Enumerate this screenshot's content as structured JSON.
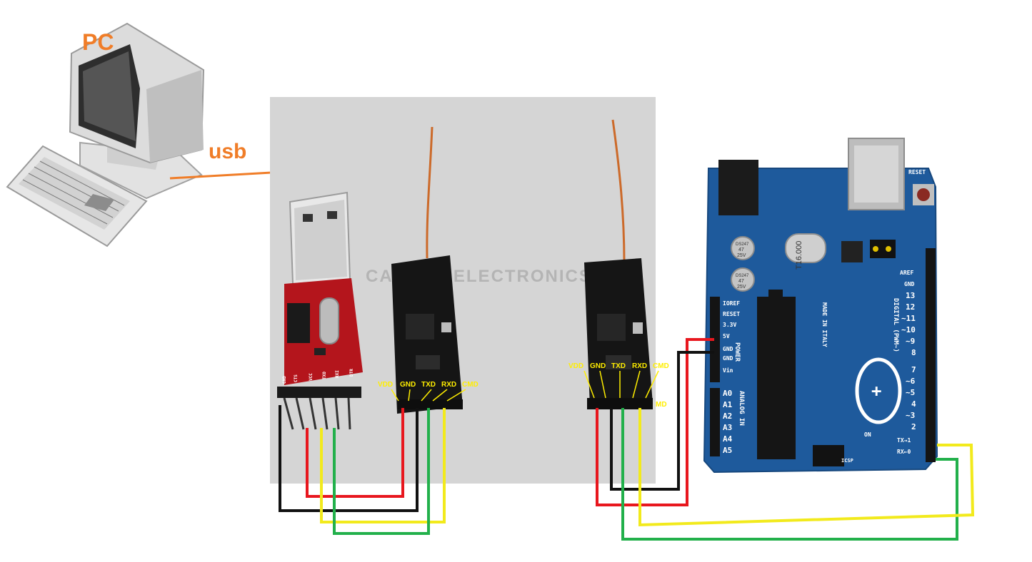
{
  "pc": {
    "label": "PC",
    "cable_label": "usb"
  },
  "watermark": "CANTON ELECTRONICS",
  "usb_adapter": {
    "pins": [
      "GND",
      "CTS",
      "VCC",
      "TXO",
      "RXI",
      "DTR"
    ]
  },
  "module_left": {
    "pins": [
      "VDD",
      "GND",
      "TXD",
      "RXD",
      "CMD"
    ]
  },
  "module_right": {
    "pins": [
      "VDD",
      "GND",
      "TXD",
      "RXD",
      "CMD"
    ],
    "extra_label": "MD"
  },
  "arduino": {
    "power_labels": [
      "IOREF",
      "RESET",
      "3.3V",
      "5V",
      "GND",
      "GND",
      "Vin"
    ],
    "analog_labels": [
      "A0",
      "A1",
      "A2",
      "A3",
      "A4",
      "A5"
    ],
    "digital_labels": [
      "AREF",
      "GND",
      "13",
      "12",
      "~11",
      "~10",
      "~9",
      "8",
      "7",
      "~6",
      "~5",
      "4",
      "~3",
      "2",
      "TX→1",
      "RX←0"
    ],
    "power_header": "POWER",
    "analog_header": "ANALOG IN",
    "digital_header": "DIGITAL (PWM~)",
    "made_in": "MADE IN ITALY",
    "crystal": "T16.000",
    "cap_text": [
      "DS247",
      "47",
      "25V"
    ],
    "reset_label": "RESET",
    "icsp_label": "ICSP",
    "on_label": "ON"
  },
  "colors": {
    "orange": "#f07d28",
    "pin_label": "#ffee00",
    "board": "#1e5a9c",
    "red": "#e8171e",
    "black": "#111111",
    "yellow": "#f2ea1c",
    "green": "#22b04b"
  }
}
